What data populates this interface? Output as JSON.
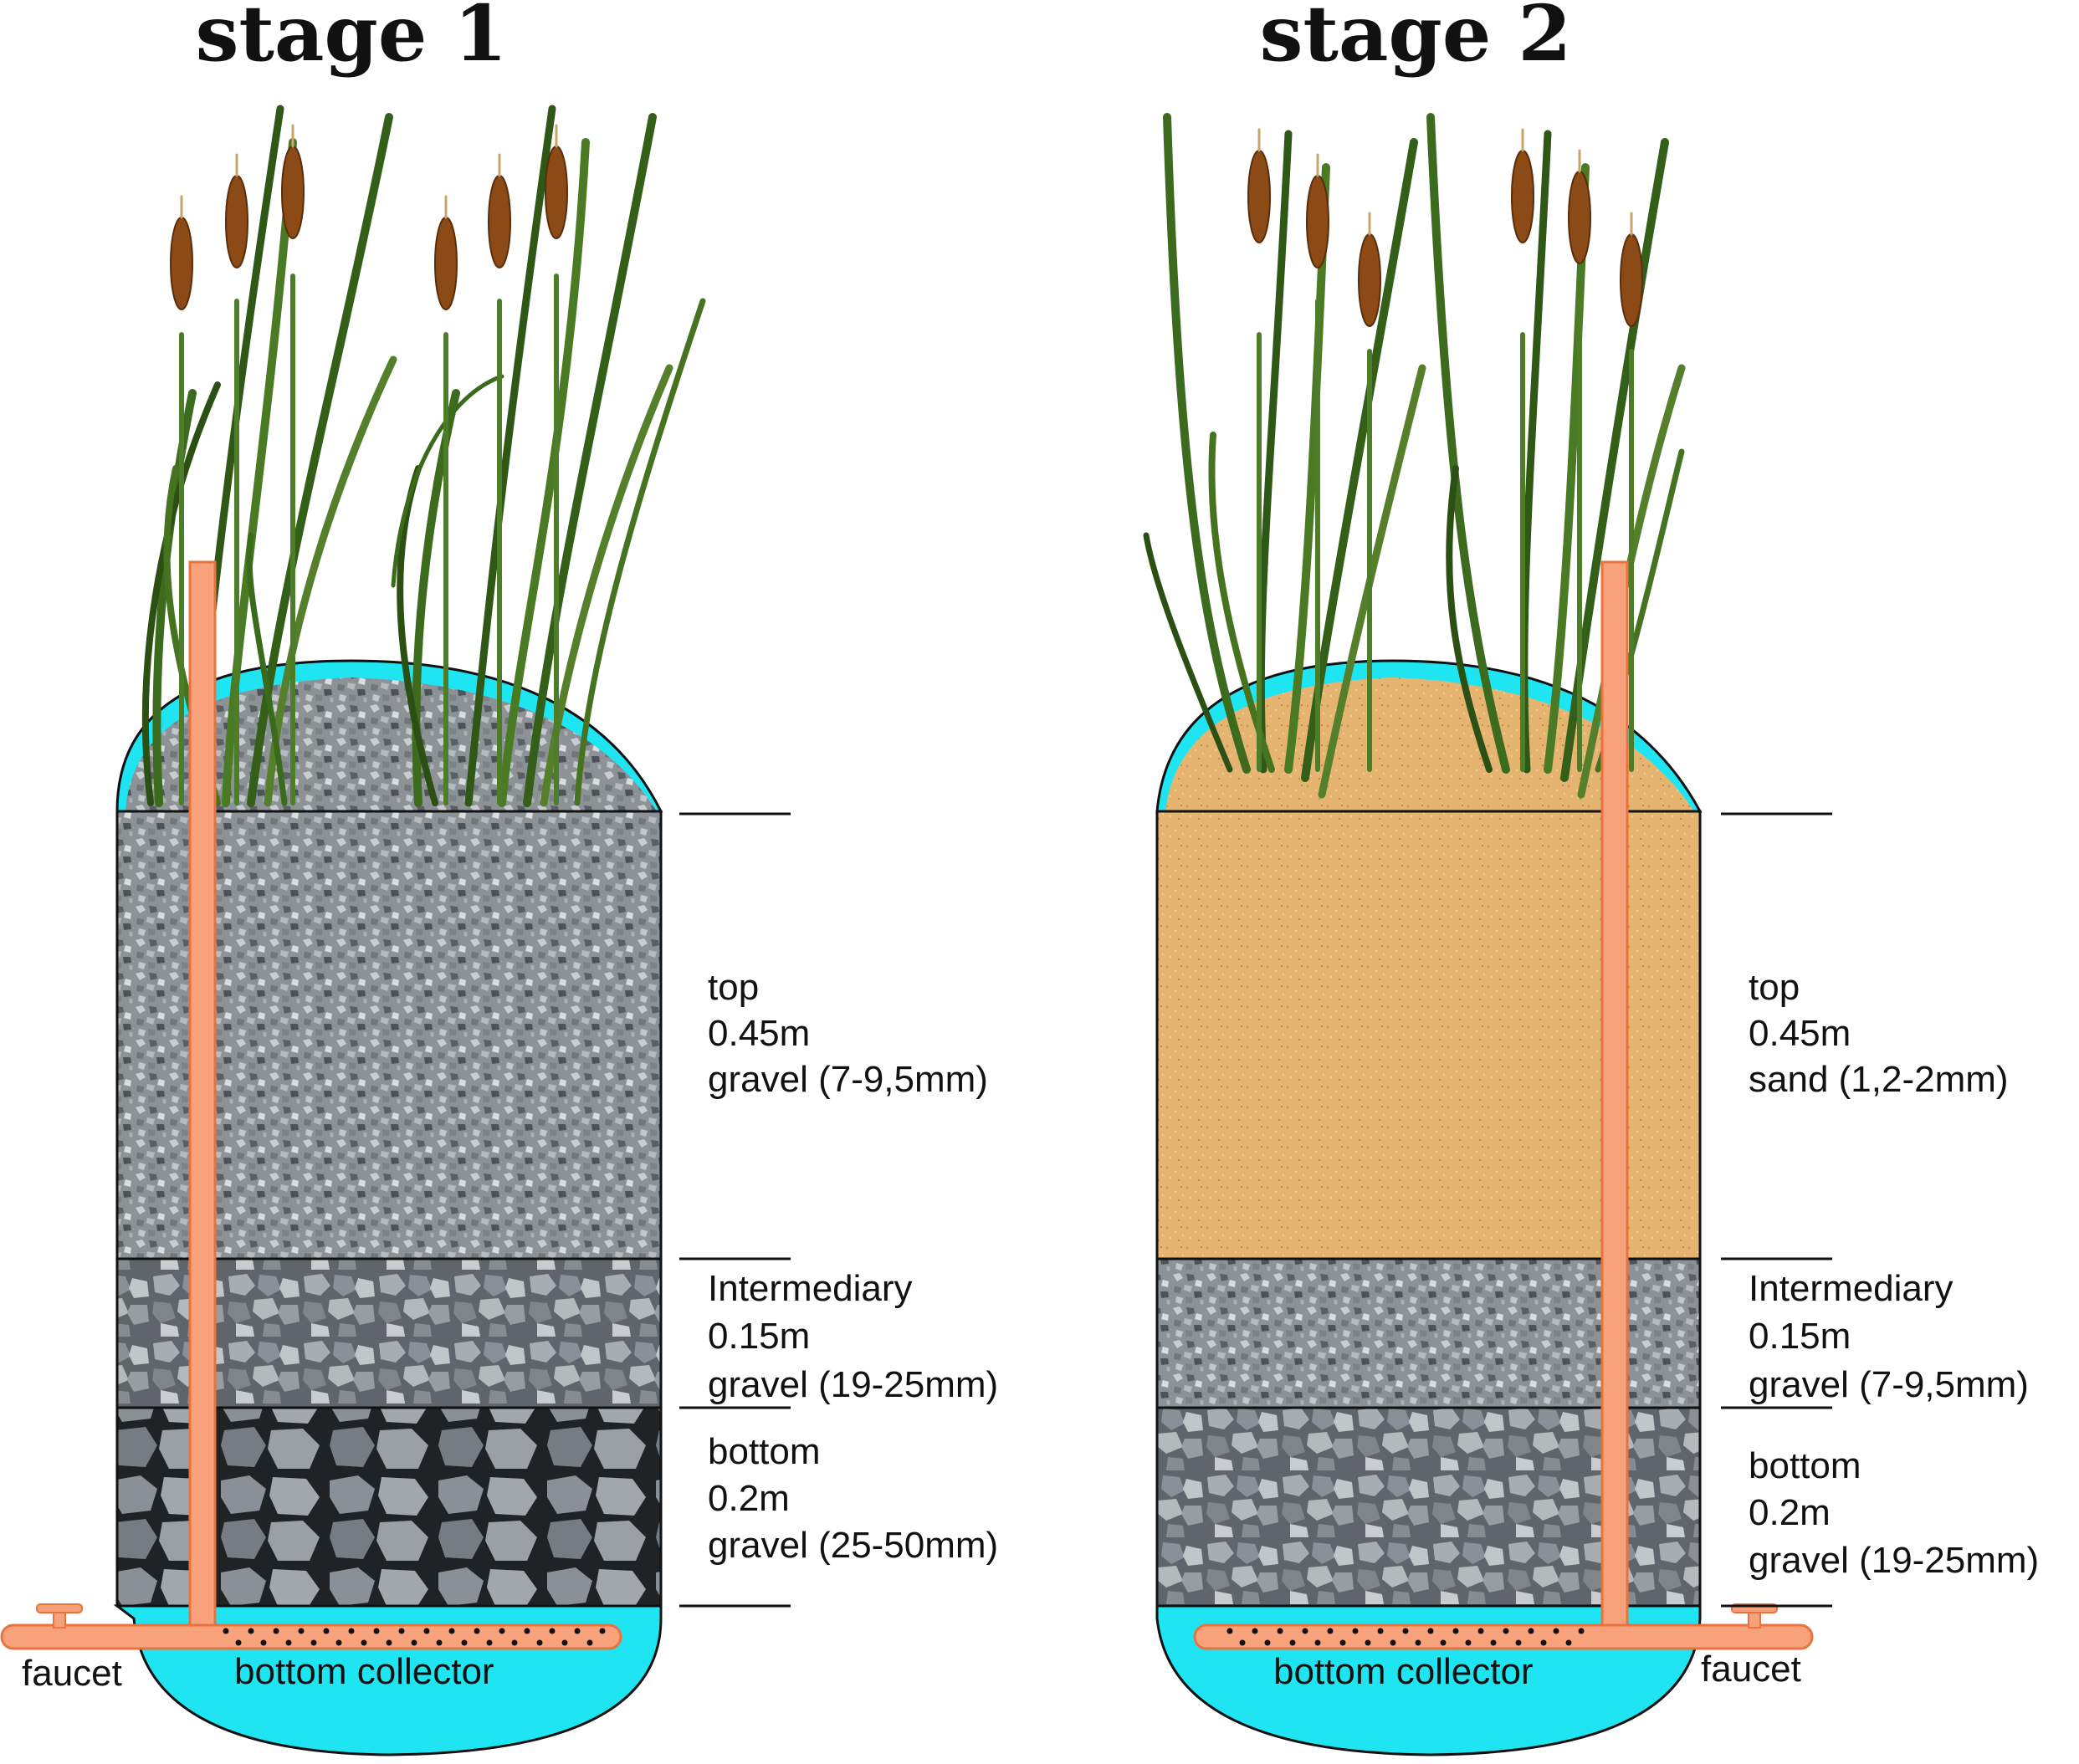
{
  "stages": [
    {
      "title": "stage 1",
      "layers": [
        {
          "line1": "top",
          "line2": "0.45m",
          "line3": "gravel (7-9,5mm)",
          "texture": "fine-gravel"
        },
        {
          "line1": "Intermediary",
          "line2": "0.15m",
          "line3": "gravel (19-25mm)",
          "texture": "medium-gravel"
        },
        {
          "line1": "bottom",
          "line2": "0.2m",
          "line3": "gravel (25-50mm)",
          "texture": "coarse-gravel"
        }
      ],
      "faucet_label": "faucet",
      "collector_label": "bottom collector"
    },
    {
      "title": "stage 2",
      "layers": [
        {
          "line1": "top",
          "line2": "0.45m",
          "line3": "sand (1,2-2mm)",
          "texture": "sand"
        },
        {
          "line1": "Intermediary",
          "line2": "0.15m",
          "line3": "gravel (7-9,5mm)",
          "texture": "fine-gravel"
        },
        {
          "line1": "bottom",
          "line2": "0.2m",
          "line3": "gravel (19-25mm)",
          "texture": "medium-gravel"
        }
      ],
      "faucet_label": "faucet",
      "collector_label": "bottom collector"
    }
  ],
  "colors": {
    "water": "#1fe5f2",
    "pipe": "#f7a27a",
    "pipe_edge": "#e8733e",
    "sand": "#e6b471",
    "fine_gravel": "#9a9fa3",
    "coarse_gravel": "#6c737a",
    "reed_leaf": "#3d6b1e",
    "cattail": "#8b4a16"
  },
  "icons": [
    "cattail-reed-icon",
    "faucet-icon",
    "perforated-pipe-icon"
  ]
}
